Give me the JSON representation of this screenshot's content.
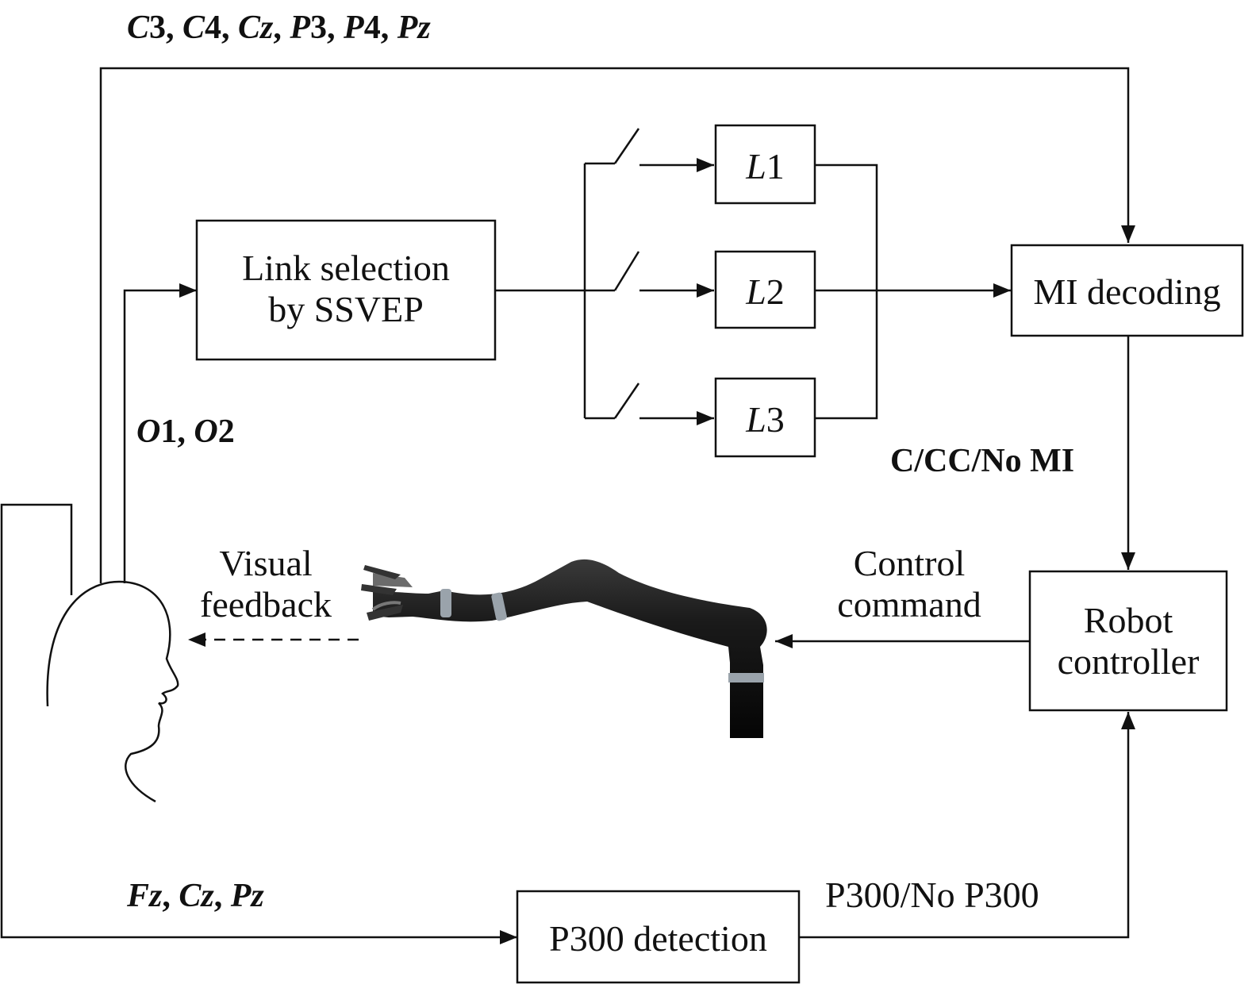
{
  "channels": {
    "mi": [
      {
        "letter": "C",
        "num": "3"
      },
      {
        "letter": "C",
        "num": "4"
      },
      {
        "letter": "Cz",
        "num": ""
      },
      {
        "letter": "P",
        "num": "3"
      },
      {
        "letter": "P",
        "num": "4"
      },
      {
        "letter": "Pz",
        "num": ""
      }
    ],
    "ssvep": [
      {
        "letter": "O",
        "num": "1"
      },
      {
        "letter": "O",
        "num": "2"
      }
    ],
    "p300": [
      {
        "letter": "Fz",
        "num": ""
      },
      {
        "letter": "Cz",
        "num": ""
      },
      {
        "letter": "Pz",
        "num": ""
      }
    ]
  },
  "blocks": {
    "link_selection": {
      "line1": "Link selection",
      "line2": "by SSVEP"
    },
    "links": [
      {
        "letter": "L",
        "num": "1"
      },
      {
        "letter": "L",
        "num": "2"
      },
      {
        "letter": "L",
        "num": "3"
      }
    ],
    "mi_decoding": "MI decoding",
    "robot_controller": {
      "line1": "Robot",
      "line2": "controller"
    },
    "p300_detection": "P300 detection"
  },
  "signals": {
    "mi_output": "C/CC/No MI",
    "p300_output": "P300/No P300",
    "control_command": {
      "line1": "Control",
      "line2": "command"
    },
    "visual_feedback": {
      "line1": "Visual",
      "line2": "feedback"
    }
  },
  "colors": {
    "line": "#111111",
    "arm": "#151515",
    "joint_ring": "#9aa3ab"
  },
  "icons": [
    "human-head-icon",
    "robot-arm-icon",
    "switch-icon"
  ]
}
